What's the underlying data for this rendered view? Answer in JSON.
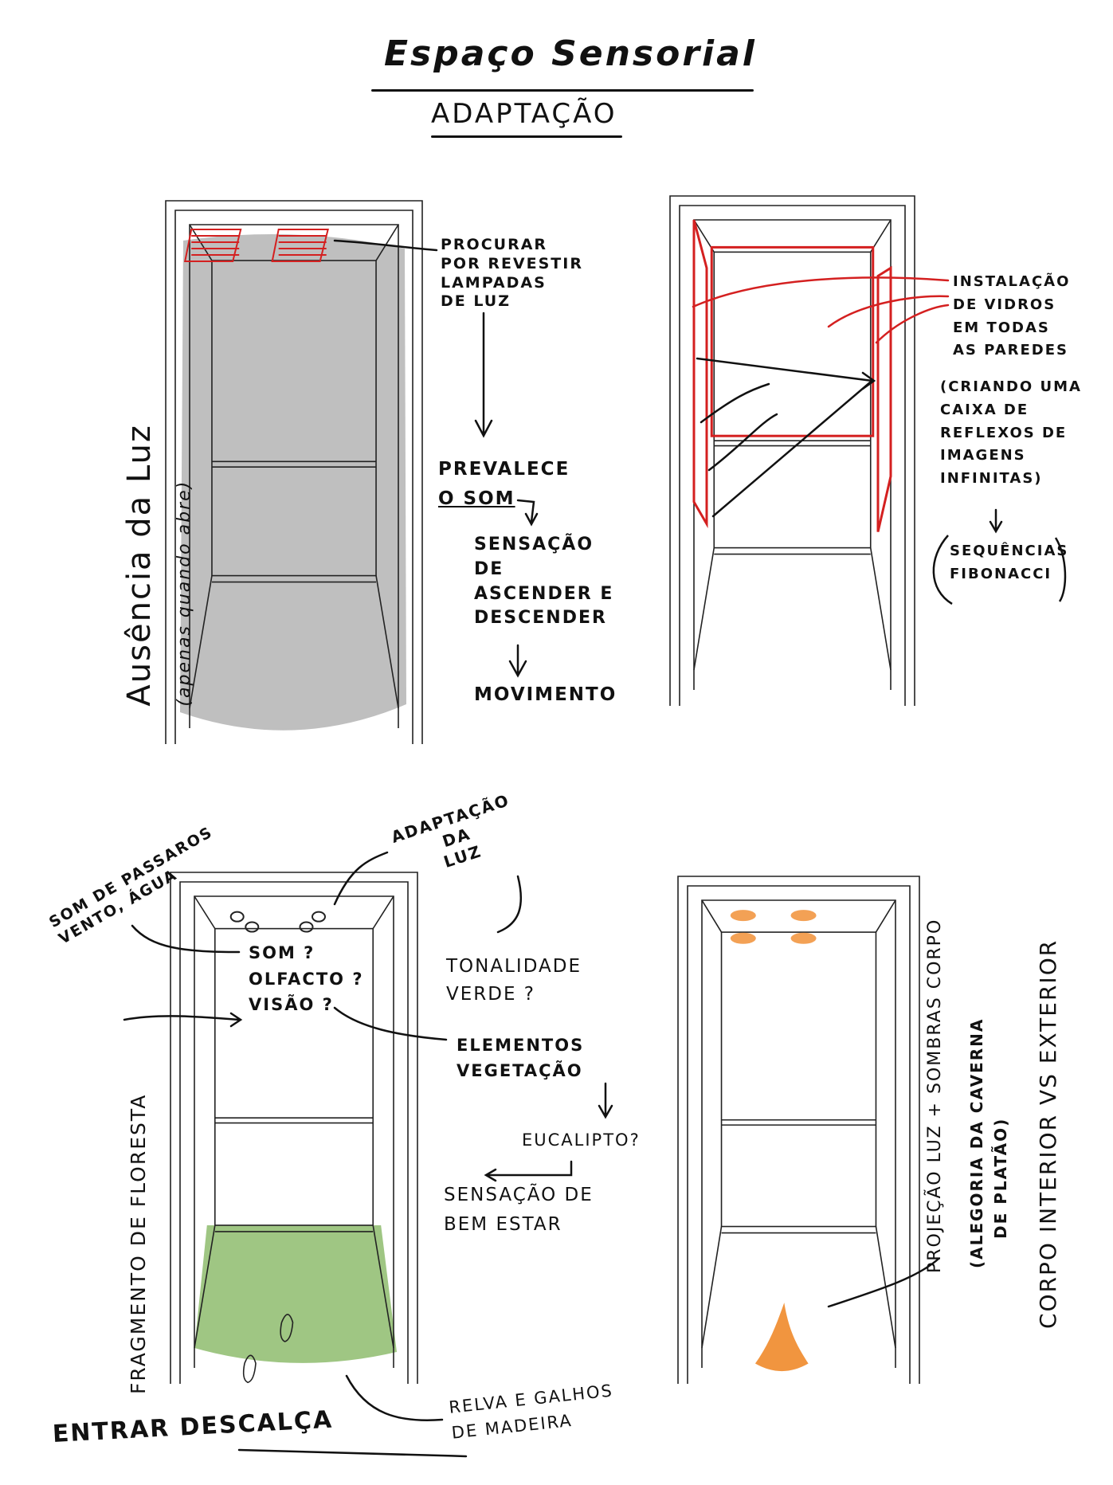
{
  "header": {
    "title": "Espaço Sensorial",
    "subtitle": "ADAPTAÇÃO"
  },
  "panels": [
    {
      "id": "ausencia-luz",
      "side_label": "Ausência da Luz",
      "side_note": "(apenas quando abre)",
      "notes": {
        "procurar": "PROCURAR\nPOR REVESTIR\nLAMPADAS\nDE LUZ",
        "prevalece": "PREVALECE",
        "o_som": "O SOM",
        "sensacao": "SENSAÇÃO\nDE\nASCENDER E\nDESCENDER",
        "movimento": "MOVIMENTO"
      },
      "accent": "#d42020",
      "wash": "#8a8a8a"
    },
    {
      "id": "vidros",
      "notes": {
        "instalacao": "INSTALAÇÃO\nDE VIDROS\nEM TODAS\nAS PAREDES",
        "criando": "(CRIANDO UMA\nCAIXA DE\nREFLEXOS DE\nIMAGENS\nINFINITAS)",
        "sequencias": "SEQUÊNCIAS\nFIBONACCI"
      },
      "accent": "#d42020"
    },
    {
      "id": "floresta",
      "side_label": "FRAGMENTO DE FLORESTA",
      "notes": {
        "som_passaros": "SOM DE PASSAROS\nVENTO, ÁGUA",
        "adaptacao_luz": "ADAPTAÇÃO\nDA\nLUZ",
        "sentidos": "SOM ?\nOLFACTO ?\nVISÃO ?",
        "tonalidade": "TONALIDADE\nVERDE ?",
        "elementos": "ELEMENTOS\nVEGETAÇÃO",
        "eucalipto": "EUCALIPTO?",
        "bem_estar": "SENSAÇÃO DE\nBEM ESTAR",
        "relva": "RELVA E GALHOS\nDE MADEIRA",
        "entrar": "ENTRAR DESCALÇA"
      },
      "accent": "#7fb35a"
    },
    {
      "id": "projecao",
      "notes": {
        "projecao": "PROJEÇÃO LUZ + SOMBRAS CORPO",
        "alegoria": "(ALEGORIA DA CAVERNA",
        "platao": "DE PLATÃO)",
        "corpo": "CORPO INTERIOR VS EXTERIOR"
      },
      "accent": "#f08a2a"
    }
  ]
}
